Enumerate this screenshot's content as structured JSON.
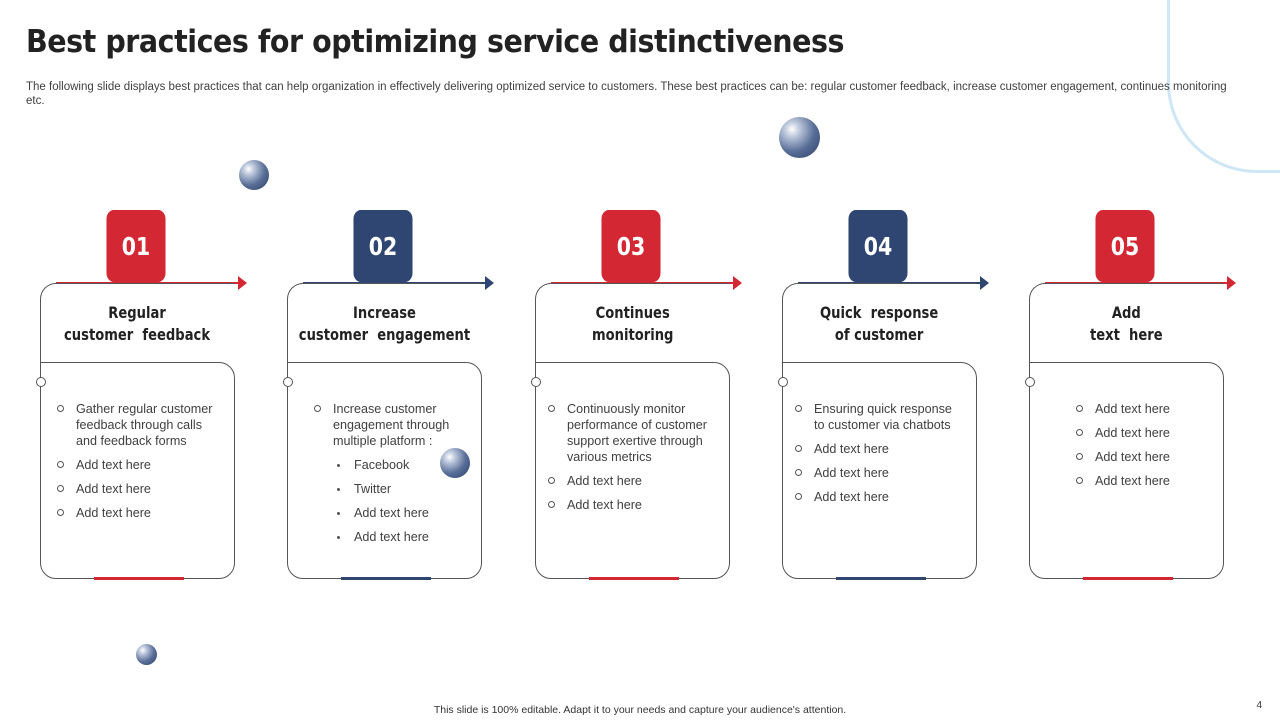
{
  "slide": {
    "title": "Best practices for optimizing service distinctiveness",
    "subtitle": "The following slide displays best practices that can help organization in effectively  delivering optimized service to customers. These best practices can be: regular customer feedback, increase customer engagement, continues monitoring etc.",
    "footer": "This slide is 100% editable.  Adapt it to your needs and capture your audience's attention.",
    "page_number": "4"
  },
  "colors": {
    "red": "#d42734",
    "navy": "#2f4672"
  },
  "cards": [
    {
      "number": "01",
      "title": "Regular\ncustomer  feedback",
      "items": [
        {
          "text": "Gather regular customer feedback through calls and feedback forms",
          "level": 1
        },
        {
          "text": "Add text here",
          "level": 1
        },
        {
          "text": "Add text here",
          "level": 1
        },
        {
          "text": "Add text here",
          "level": 1
        }
      ]
    },
    {
      "number": "02",
      "title": "Increase\ncustomer  engagement",
      "items": [
        {
          "text": "Increase customer engagement through multiple platform  :",
          "level": 1
        },
        {
          "text": "Facebook",
          "level": 2
        },
        {
          "text": "Twitter",
          "level": 2
        },
        {
          "text": "Add text here",
          "level": 2
        },
        {
          "text": "Add text here",
          "level": 2
        }
      ]
    },
    {
      "number": "03",
      "title": "Continues\nmonitoring",
      "items": [
        {
          "text": "Continuously monitor performance  of customer support exertive through various metrics",
          "level": 1
        },
        {
          "text": "Add text here",
          "level": 1
        },
        {
          "text": "Add text here",
          "level": 1
        }
      ]
    },
    {
      "number": "04",
      "title": "Quick  response\nof customer",
      "items": [
        {
          "text": "Ensuring quick response to customer via chatbots",
          "level": 1
        },
        {
          "text": "Add text here",
          "level": 1
        },
        {
          "text": "Add text here",
          "level": 1
        },
        {
          "text": "Add text here",
          "level": 1
        }
      ]
    },
    {
      "number": "05",
      "title": "Add\ntext  here",
      "items": [
        {
          "text": "Add text here",
          "level": 1
        },
        {
          "text": "Add text here",
          "level": 1
        },
        {
          "text": "Add text here",
          "level": 1
        },
        {
          "text": "Add text here",
          "level": 1
        }
      ]
    }
  ]
}
